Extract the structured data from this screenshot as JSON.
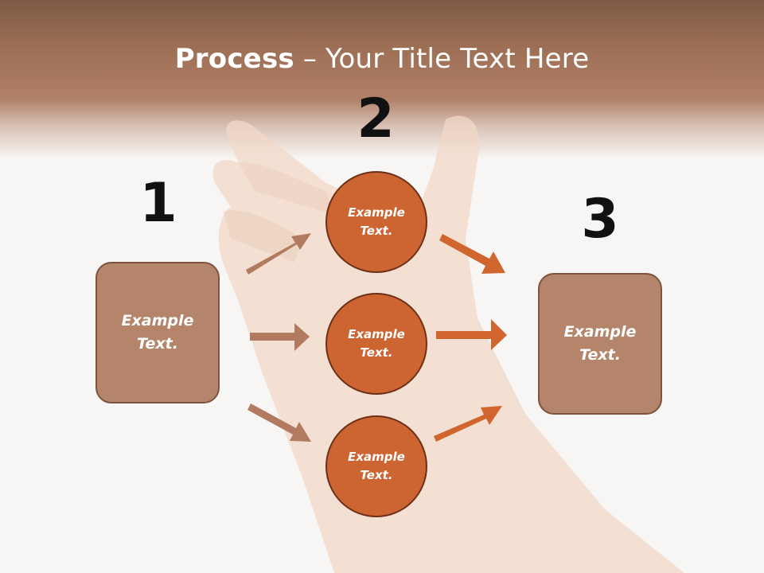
{
  "title": {
    "bold": "Process",
    "rest": " – Your Title Text Here"
  },
  "steps": [
    {
      "number": "1",
      "text": "Example Text."
    },
    {
      "number": "2",
      "items": [
        "Example Text.",
        "Example Text.",
        "Example Text."
      ]
    },
    {
      "number": "3",
      "text": "Example Text."
    }
  ],
  "colors": {
    "header_brown": "#9d6f55",
    "box_fill": "#b5856b",
    "circle_fill": "#cc6532",
    "arrow_left": "#b27a5e",
    "arrow_right": "#d0652e"
  }
}
